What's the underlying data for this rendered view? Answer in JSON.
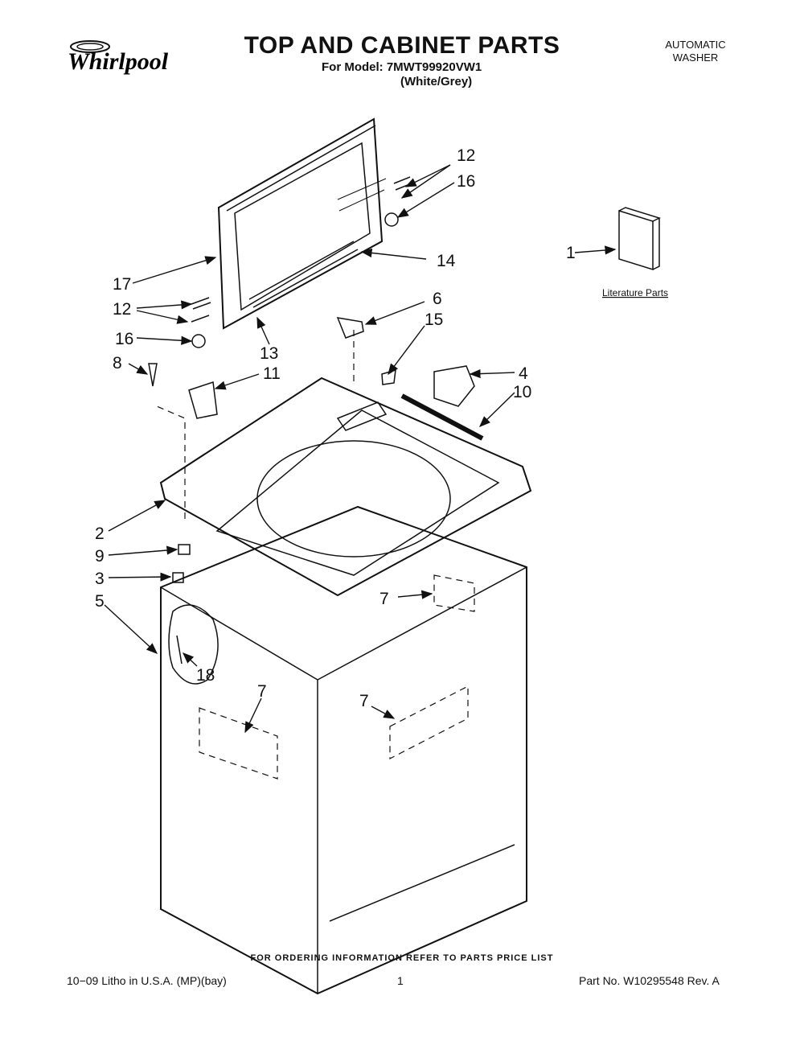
{
  "header": {
    "brand": "Whirlpool",
    "title": "TOP AND CABINET PARTS",
    "model_line": "For Model: 7MWT99920VW1",
    "variant": "(White/Grey)",
    "category_line1": "AUTOMATIC",
    "category_line2": "WASHER"
  },
  "callouts": [
    "12",
    "16",
    "14",
    "1",
    "17",
    "12",
    "16",
    "13",
    "6",
    "15",
    "8",
    "11",
    "4",
    "10",
    "2",
    "9",
    "3",
    "5",
    "7",
    "18",
    "7",
    "7"
  ],
  "literature_label": "Literature Parts",
  "footer": {
    "ordering_note": "FOR ORDERING INFORMATION REFER TO PARTS PRICE LIST",
    "litho": "10−09 Litho in U.S.A. (MP)(bay)",
    "page": "1",
    "part_no": "Part No. W10295548 Rev. A"
  },
  "icons": {
    "arrow": "arrow-icon"
  }
}
